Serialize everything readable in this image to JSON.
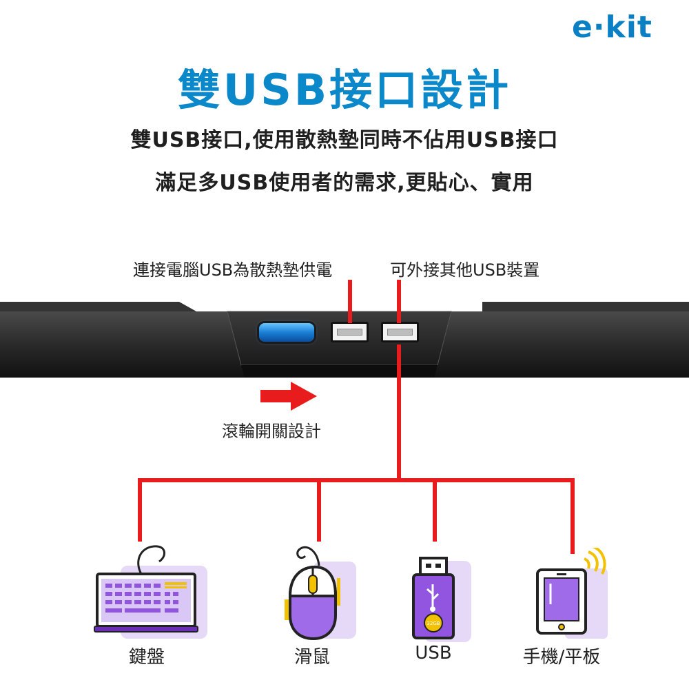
{
  "brand": {
    "logo_text": "e·kit"
  },
  "header": {
    "title": "雙USB接口設計",
    "line1": "雙USB接口,使用散熱墊同時不佔用USB接口",
    "line2": "滿足多USB使用者的需求,更貼心、實用"
  },
  "callouts": {
    "port_power": "連接電腦USB為散熱墊供電",
    "port_extra": "可外接其他USB裝置",
    "wheel_switch": "滾輪開關設計"
  },
  "usb_drive": {
    "capacity": "32GB"
  },
  "devices": [
    {
      "label": "鍵盤",
      "icon": "keyboard-icon"
    },
    {
      "label": "滑鼠",
      "icon": "mouse-icon"
    },
    {
      "label": "USB",
      "icon": "usb-drive-icon"
    },
    {
      "label": "手機/平板",
      "icon": "tablet-icon"
    }
  ],
  "colors": {
    "accent": "#0a88c9",
    "line": "#e81c1c",
    "icon_bg": "#e6d9f7",
    "icon_purple": "#9155e0"
  }
}
